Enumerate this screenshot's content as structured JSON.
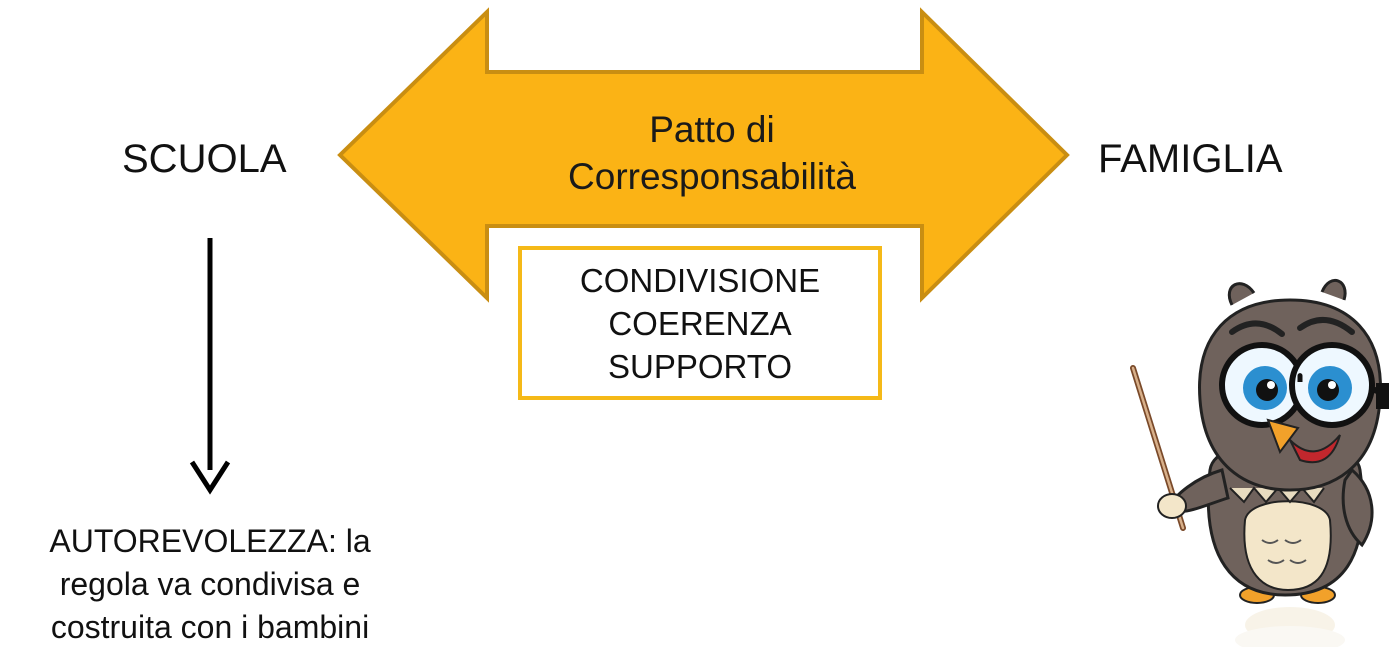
{
  "diagram": {
    "left_node": "SCUOLA",
    "right_node": "FAMIGLIA",
    "arrow_label": [
      "Patto di",
      "Corresponsabilità"
    ],
    "values_box": [
      "CONDIVISIONE",
      "COERENZA",
      "SUPPORTO"
    ],
    "outcome_text": [
      "AUTOREVOLEZZA: la",
      "regola va condivisa e",
      "costruita con i bambini"
    ]
  },
  "colors": {
    "arrow_fill": "#fbb315",
    "arrow_stroke": "#c98e12",
    "box_border": "#f5b918",
    "text": "#111111"
  },
  "illustration": {
    "name": "teacher-owl-with-pointer"
  }
}
